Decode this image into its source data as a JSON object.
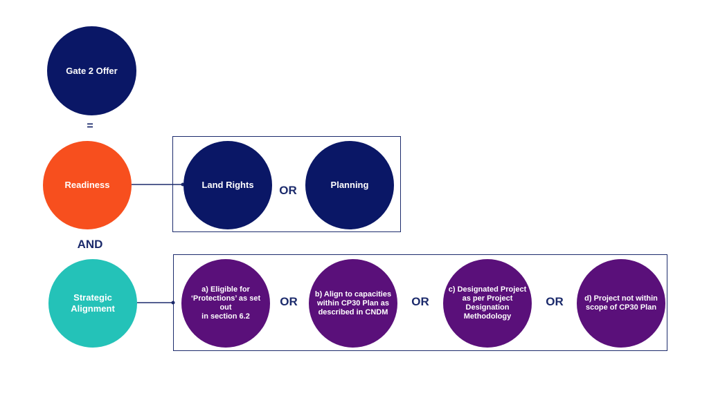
{
  "top": {
    "label": "Gate 2 Offer",
    "equals": "=",
    "color": "#0a1766"
  },
  "readiness": {
    "label": "Readiness",
    "color": "#f74f1e",
    "options": [
      {
        "label": "Land Rights"
      },
      {
        "label": "Planning"
      }
    ],
    "separator": "OR"
  },
  "and_label": "AND",
  "strategic": {
    "label_lines": [
      "Strategic",
      "Alignment"
    ],
    "color": "#24c2b8",
    "separator": "OR",
    "options": [
      {
        "lines": [
          "a) Eligible for",
          "‘Protections’ as set out",
          "in section 6.2"
        ]
      },
      {
        "lines": [
          "b) Align to capacities",
          "within CP30 Plan as",
          "described in CNDM"
        ]
      },
      {
        "lines": [
          "c) Designated Project",
          "as per Project",
          "Designation",
          "Methodology"
        ]
      },
      {
        "lines": [
          "d) Project not within",
          "scope of CP30 Plan"
        ]
      }
    ]
  },
  "colors": {
    "navy": "#0a1766",
    "purple": "#5a107a",
    "line": "#1b2a6b"
  }
}
